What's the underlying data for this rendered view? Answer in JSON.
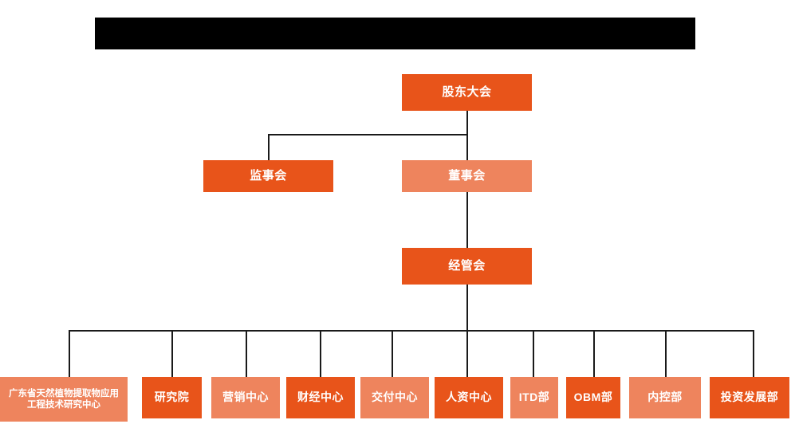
{
  "page": {
    "title_bar": {
      "redacted": true,
      "label": ""
    },
    "colors": {
      "dark_orange": "#e8541a",
      "light_orange": "#ee845d",
      "connector": "#1a1a1a",
      "background": "#ffffff",
      "redaction": "#000000"
    }
  },
  "org_chart": {
    "level1": {
      "label": "股东大会",
      "shade": "dark"
    },
    "level2": [
      {
        "label": "监事会",
        "shade": "dark"
      },
      {
        "label": "董事会",
        "shade": "light"
      }
    ],
    "level3": {
      "label": "经管会",
      "shade": "dark"
    },
    "departments": [
      {
        "label": "广东省天然植物提取物应用工程技术研究中心",
        "shade": "light"
      },
      {
        "label": "研究院",
        "shade": "dark"
      },
      {
        "label": "营销中心",
        "shade": "light"
      },
      {
        "label": "财经中心",
        "shade": "dark"
      },
      {
        "label": "交付中心",
        "shade": "light"
      },
      {
        "label": "人资中心",
        "shade": "dark"
      },
      {
        "label": "ITD部",
        "shade": "light"
      },
      {
        "label": "OBM部",
        "shade": "dark"
      },
      {
        "label": "内控部",
        "shade": "light"
      },
      {
        "label": "投资发展部",
        "shade": "dark"
      }
    ]
  }
}
